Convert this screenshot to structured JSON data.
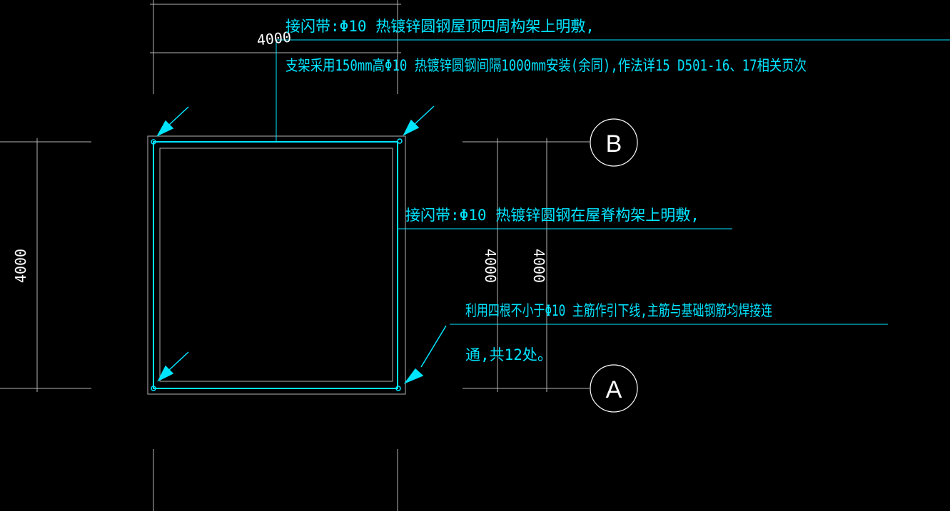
{
  "colors": {
    "background": "#000000",
    "cyan": "#00e5ff",
    "grey": "#b4b4b4",
    "white": "#ffffff"
  },
  "notes": {
    "roof_perimeter_line1": "接闪带:Φ10 热镀锌圆钢屋顶四周构架上明敷,",
    "roof_perimeter_line2": "支架采用150mm高Φ10 热镀锌圆钢间隔1000mm安装(余同),作法详15 D501-16、17相关页次",
    "ridge": "接闪带:Φ10 热镀锌圆钢在屋脊构架上明敷,",
    "down_conductor_line1": "利用四根不小于Φ10 主筋作引下线,主筋与基础钢筋均焊接连",
    "down_conductor_line2": "通,共12处。"
  },
  "dimensions": {
    "top": "4000",
    "left": "4000",
    "right_1": "4000",
    "right_2": "4000"
  },
  "axes": {
    "upper": "B",
    "lower": "A"
  }
}
